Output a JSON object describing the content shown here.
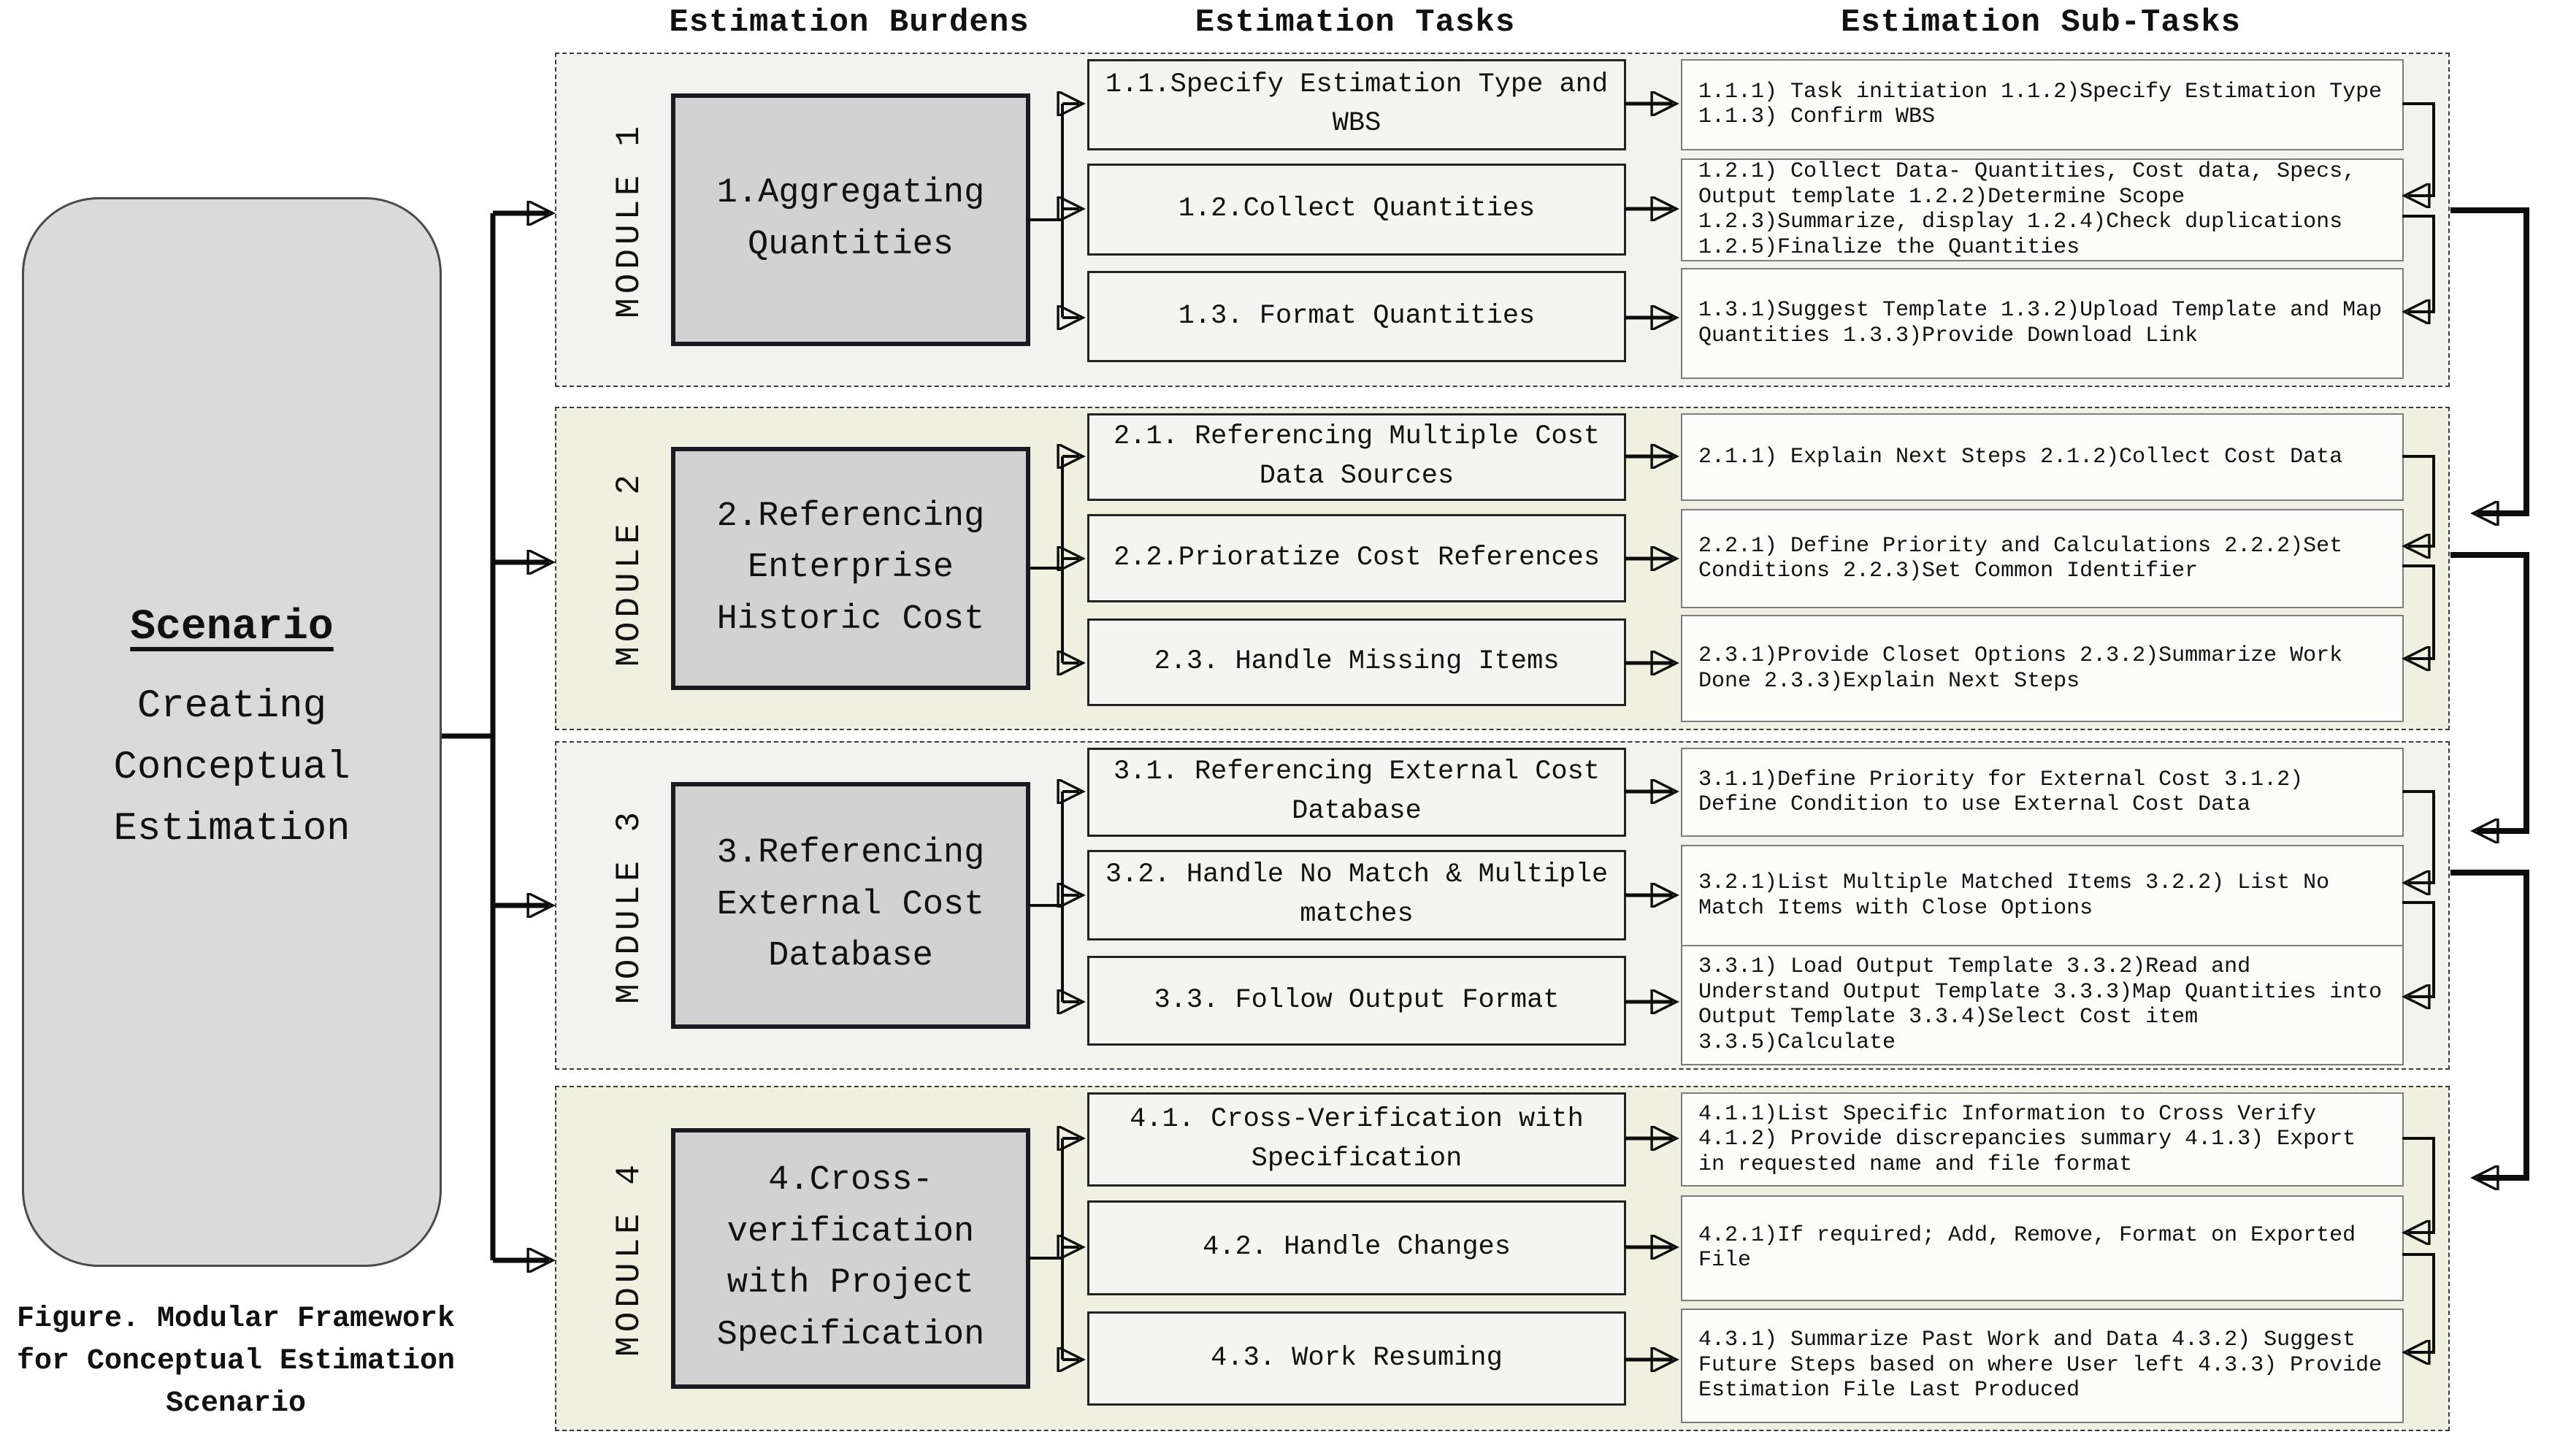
{
  "column_headers": [
    "Estimation Burdens",
    "Estimation Tasks",
    "Estimation Sub-Tasks"
  ],
  "scenario": {
    "title": "Scenario",
    "subtitle": "Creating Conceptual Estimation"
  },
  "caption": "Figure. Modular Framework for Conceptual Estimation Scenario",
  "modules": [
    {
      "label": "MODULE 1",
      "burden": "1.Aggregating Quantities",
      "tasks": [
        "1.1.Specify Estimation Type and WBS",
        "1.2.Collect Quantities",
        "1.3. Format Quantities"
      ],
      "subtasks": [
        "1.1.1) Task initiation 1.1.2)Specify Estimation Type 1.1.3) Confirm WBS",
        "1.2.1) Collect Data- Quantities, Cost data, Specs, Output template 1.2.2)Determine Scope 1.2.3)Summarize, display 1.2.4)Check duplications 1.2.5)Finalize the Quantities",
        "1.3.1)Suggest Template 1.3.2)Upload Template and Map Quantities 1.3.3)Provide Download Link"
      ]
    },
    {
      "label": "MODULE 2",
      "burden": "2.Referencing Enterprise Historic Cost",
      "tasks": [
        "2.1. Referencing Multiple Cost Data Sources",
        "2.2.Prioratize Cost References",
        "2.3. Handle Missing Items"
      ],
      "subtasks": [
        "2.1.1) Explain Next Steps 2.1.2)Collect Cost Data",
        "2.2.1) Define Priority and Calculations 2.2.2)Set Conditions 2.2.3)Set Common Identifier",
        "2.3.1)Provide Closet Options 2.3.2)Summarize Work Done 2.3.3)Explain Next Steps"
      ]
    },
    {
      "label": "MODULE 3",
      "burden": "3.Referencing External Cost Database",
      "tasks": [
        "3.1. Referencing External Cost Database",
        "3.2. Handle No Match & Multiple matches",
        "3.3. Follow Output Format"
      ],
      "subtasks": [
        "3.1.1)Define Priority for External Cost 3.1.2) Define Condition to use External Cost Data",
        "3.2.1)List  Multiple Matched Items 3.2.2) List No Match Items with Close Options",
        "3.3.1) Load Output Template 3.3.2)Read and Understand Output Template 3.3.3)Map Quantities into Output Template 3.3.4)Select Cost item 3.3.5)Calculate"
      ]
    },
    {
      "label": "MODULE 4",
      "burden": "4.Cross-verification with Project Specification",
      "tasks": [
        "4.1. Cross-Verification with Specification",
        "4.2. Handle Changes",
        "4.3. Work Resuming"
      ],
      "subtasks": [
        "4.1.1)List Specific Information to Cross Verify 4.1.2) Provide discrepancies summary 4.1.3) Export in requested name and file format",
        "4.2.1)If required; Add, Remove, Format on Exported File",
        "4.3.1) Summarize Past Work and Data 4.3.2) Suggest Future Steps based on where User left 4.3.3) Provide Estimation File Last Produced"
      ]
    }
  ],
  "colors": {
    "module_bg_gray": "#f2f2ef",
    "module_bg_green": "#f0f0e1",
    "burden_fill": "#d2d2d2",
    "task_fill": "#f4f4f2",
    "subtask_fill": "#fcfcfb",
    "scenario_fill": "#dadada",
    "connector_line": "#0d0d0d"
  }
}
